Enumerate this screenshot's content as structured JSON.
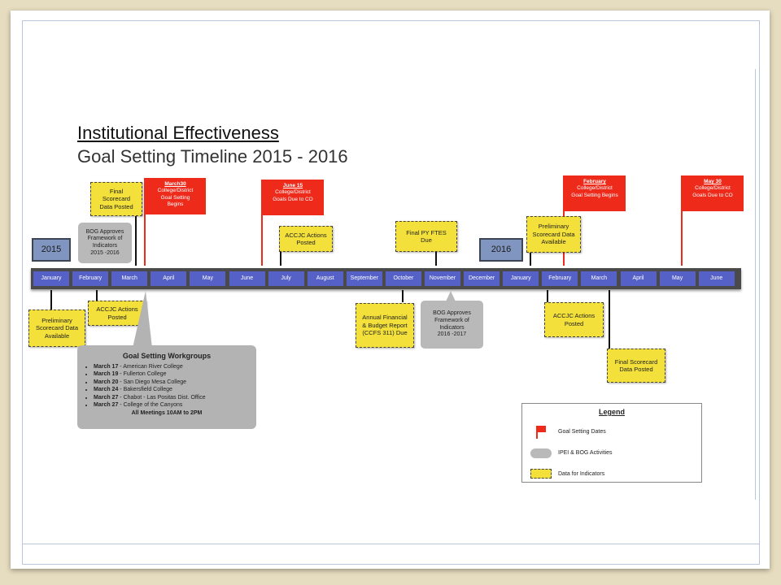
{
  "title": {
    "line1": "Institutional Effectiveness",
    "line2": "Goal Setting Timeline 2015 - 2016"
  },
  "years": [
    "2015",
    "2016"
  ],
  "months": [
    "January",
    "February",
    "March",
    "April",
    "May",
    "June",
    "July",
    "August",
    "September",
    "October",
    "November",
    "December",
    "January",
    "February",
    "March",
    "April",
    "May",
    "June"
  ],
  "flags": [
    {
      "head": "March30",
      "lines": [
        "College/District",
        "Goal Setting",
        "Begins"
      ]
    },
    {
      "head": "June 15",
      "lines": [
        "College/District",
        "Goals Due to CO"
      ]
    },
    {
      "head": "February",
      "lines": [
        "College/District",
        "Goal Setting Begins"
      ]
    },
    {
      "head": "May 30",
      "lines": [
        "College/District",
        "Goals Due to CO"
      ]
    }
  ],
  "events": {
    "final_scorecard_top": [
      "Final",
      "Scorecard",
      "Data Posted"
    ],
    "bog_approves_2015": [
      "BOG Approves",
      "Framework of",
      "Indicators",
      "2015 -2016"
    ],
    "accjc_july": [
      "ACCJC Actions",
      "Posted"
    ],
    "final_py_ftes": [
      "Final PY FTES",
      "Due"
    ],
    "preliminary_2016": [
      "Preliminary",
      "Scorecard Data",
      "Available"
    ],
    "preliminary_2015": [
      "Preliminary",
      "Scorecard Data",
      "Available"
    ],
    "accjc_feb_2015": [
      "ACCJC Actions",
      "Posted"
    ],
    "annual_financial": [
      "Annual Financial",
      "& Budget Report",
      "(CCFS 311) Due"
    ],
    "bog_approves_2016": [
      "BOG Approves",
      "Framework of",
      "Indicators",
      "2016 -2017"
    ],
    "accjc_feb_2016": [
      "ACCJC Actions",
      "Posted"
    ],
    "final_scorecard_bottom": [
      "Final Scorecard",
      "Data Posted"
    ]
  },
  "workgroups": {
    "title": "Goal Setting Workgroups",
    "items": [
      {
        "date": "March 17",
        "text": " - American River College"
      },
      {
        "date": "March 19",
        "text": " - Fullerton College"
      },
      {
        "date": "March 20",
        "text": " - San Diego Mesa College"
      },
      {
        "date": "March 24",
        "text": " - Bakersfield College"
      },
      {
        "date": "March 27",
        "text": " - Chabot - Las Positas Dist. Office"
      },
      {
        "date": "March 27",
        "text": " - College of the Canyons"
      }
    ],
    "footer": "All Meetings 10AM  to 2PM"
  },
  "legend": {
    "title": "Legend",
    "goal_dates": "Goal Setting Dates",
    "ipei_bog": "IPEI & BOG Activities",
    "data_indicators": "Data for Indicators"
  },
  "colors": {
    "flag": "#ee2a1b",
    "data_box": "#f3e03a",
    "activity_box": "#b9b9b9",
    "month_box": "#5561c7",
    "year_box": "#8096c0"
  }
}
